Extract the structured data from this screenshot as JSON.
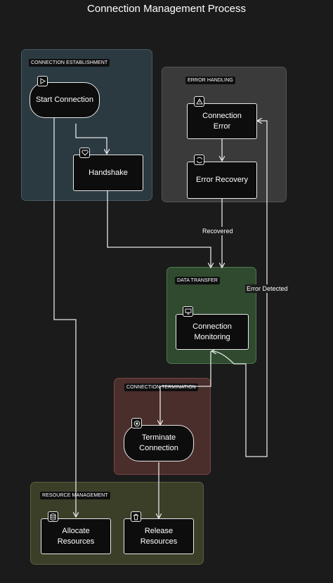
{
  "title": "Connection Management Process",
  "groups": {
    "establishment": "CONNECTION ESTABLISHMENT",
    "error_handling": "ERROR HANDLING",
    "data_transfer": "DATA TRANSFER",
    "termination": "CONNECTION TERMINATION",
    "resource": "RESOURCE MANAGEMENT"
  },
  "nodes": {
    "start_connection": "Start Connection",
    "handshake": "Handshake",
    "connection_error": "Connection\nError",
    "error_recovery": "Error Recovery",
    "connection_monitoring": "Connection\nMonitoring",
    "terminate_connection": "Terminate\nConnection",
    "allocate_resources": "Allocate\nResources",
    "release_resources": "Release\nResources"
  },
  "edge_labels": {
    "recovered": "Recovered",
    "error_detected": "Error Detected"
  },
  "icons": {
    "start_connection": "play-icon",
    "handshake": "heart-handshake-icon",
    "connection_error": "warning-icon",
    "error_recovery": "refresh-icon",
    "connection_monitoring": "monitor-icon",
    "terminate_connection": "stop-circle-icon",
    "allocate_resources": "database-icon",
    "release_resources": "trash-icon"
  },
  "colors": {
    "background": "#1b1b1c",
    "establishment_fill": "#2a3a40",
    "error_fill": "#3a3a3a",
    "data_transfer_fill": "#2f4a2f",
    "termination_fill": "#4a2e2b",
    "resource_fill": "#3b3f28",
    "line": "#e6e6e6"
  }
}
